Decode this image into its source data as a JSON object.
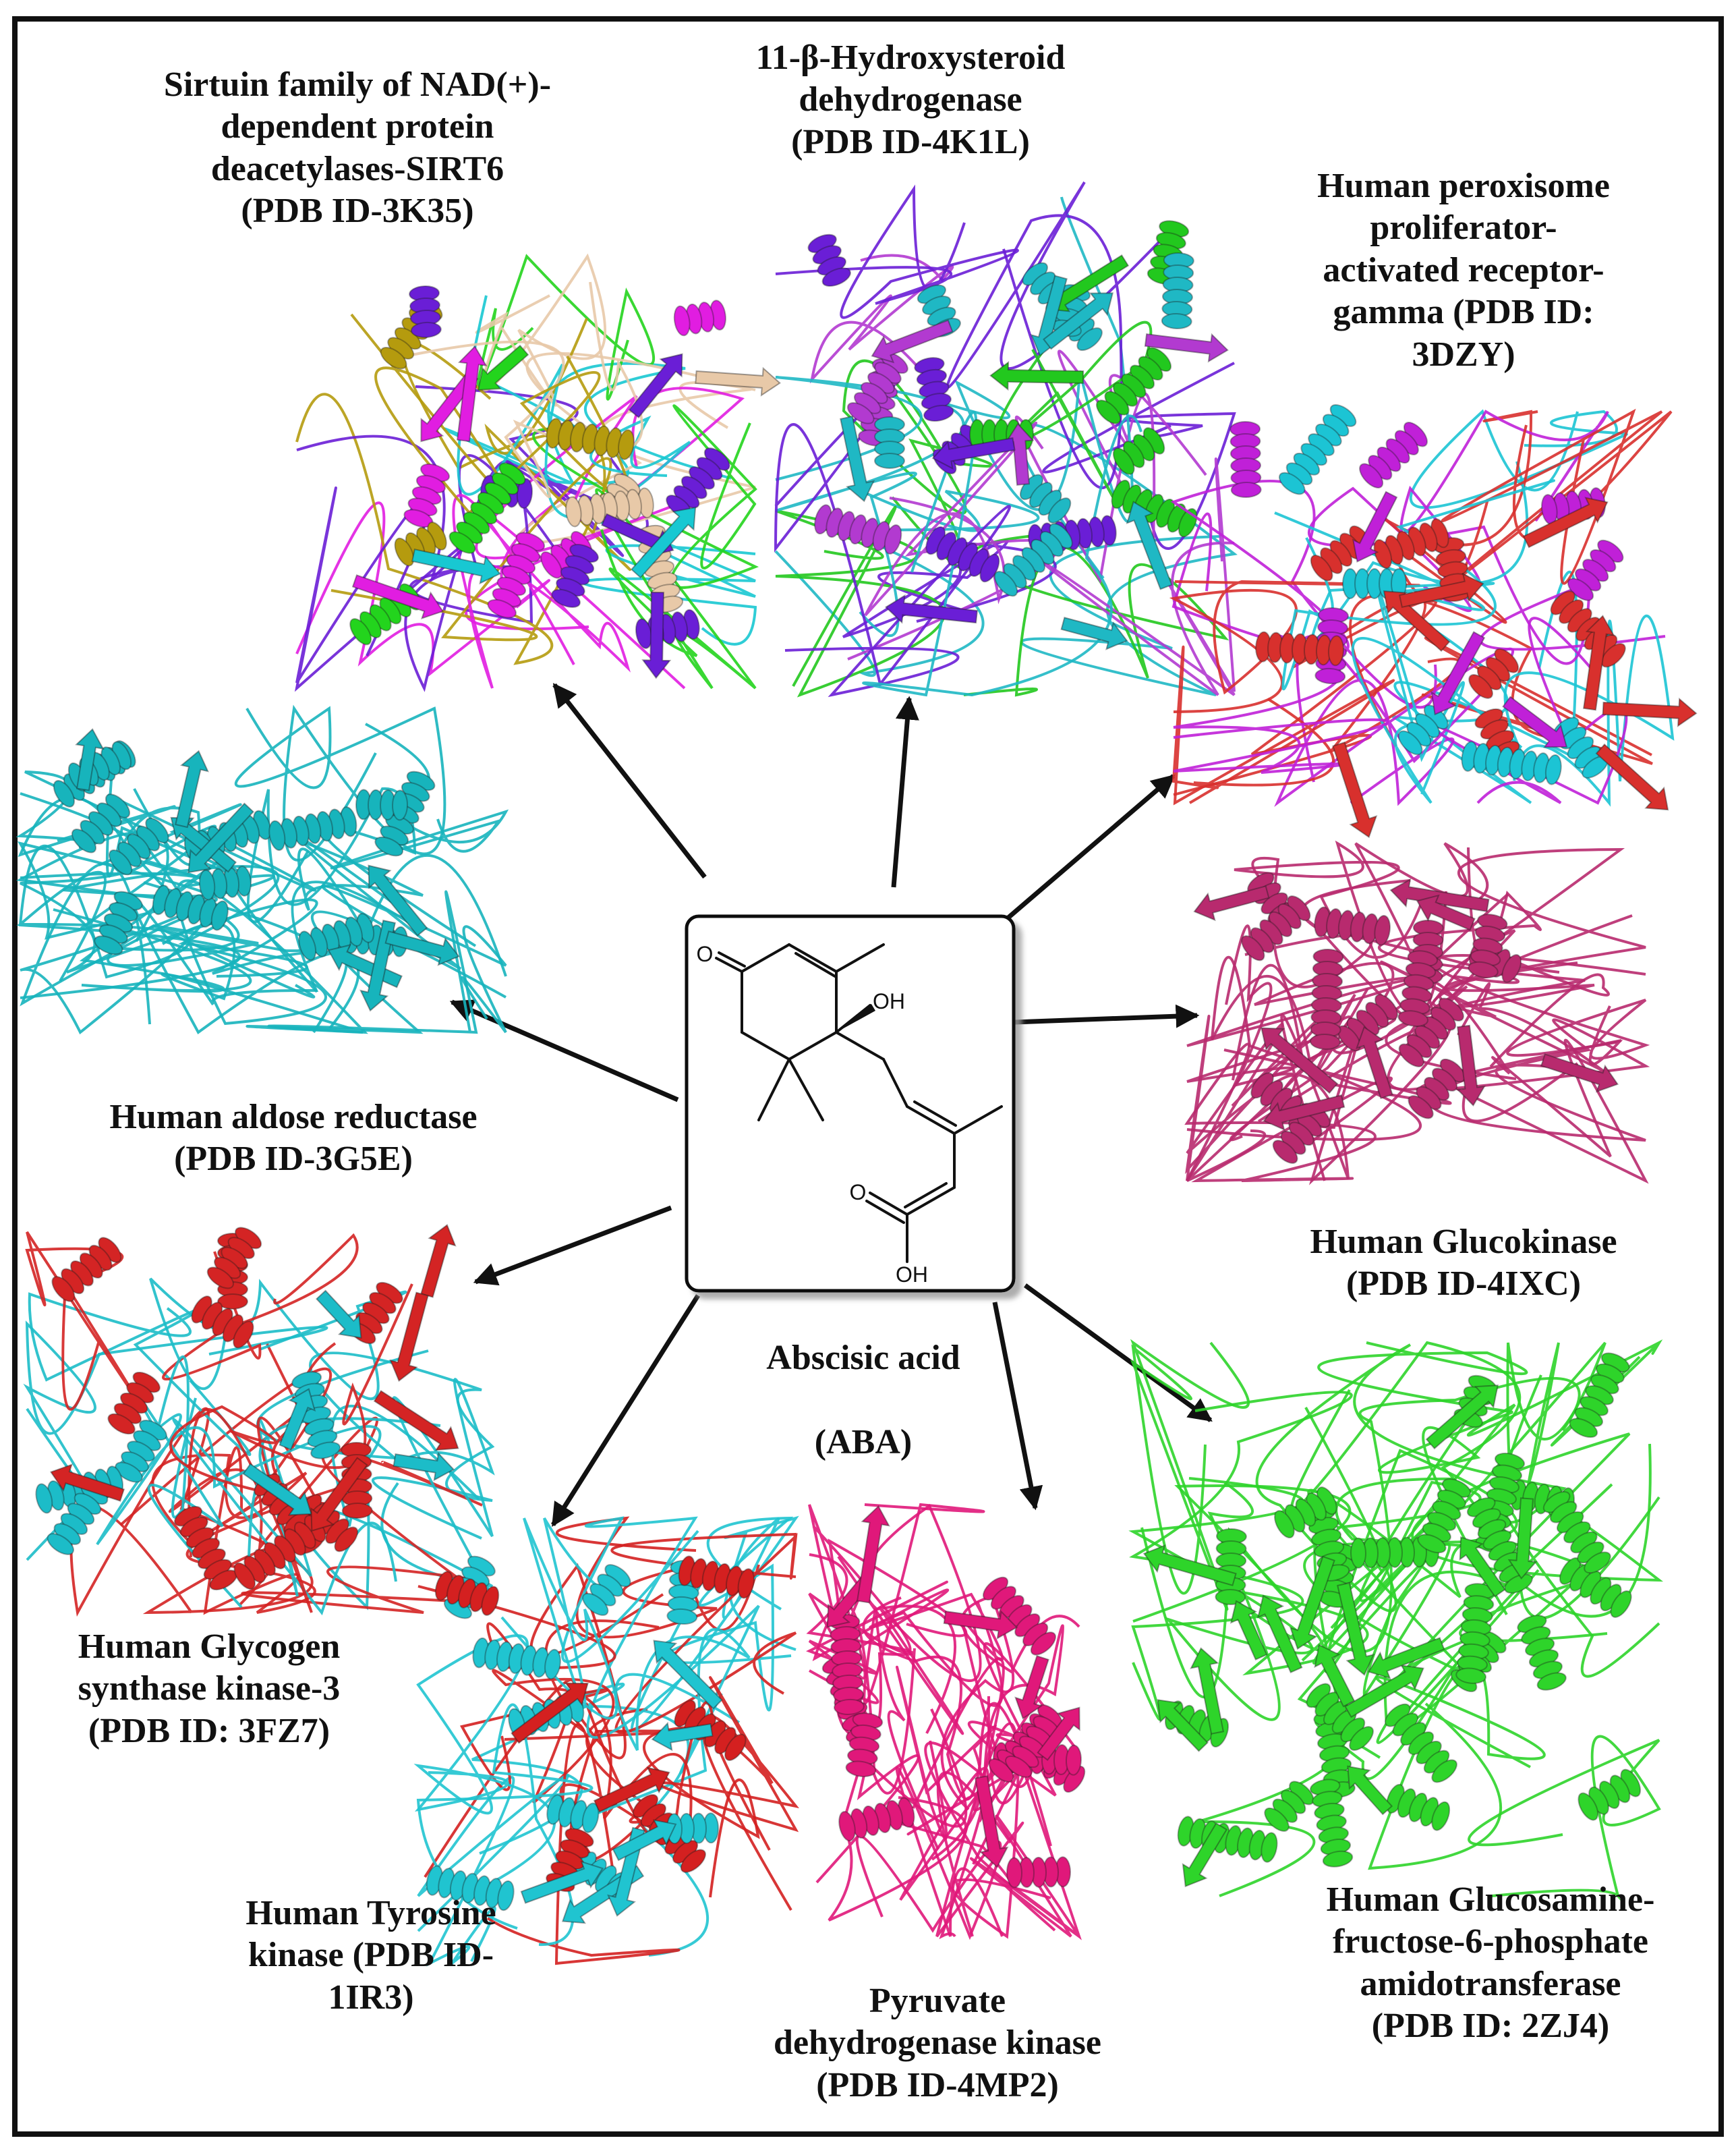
{
  "diagram": {
    "center": {
      "name_line1": "Abscisic acid",
      "name_line2": "(ABA)",
      "structure_labels": {
        "keto_oxygen": "O",
        "hydroxyl": "OH",
        "acid_oxygen": "O",
        "acid_hydroxyl": "OH"
      }
    },
    "targets": [
      {
        "id": "sirt6",
        "label": "Sirtuin family of NAD(+)-\ndependent protein\ndeacetylases-SIRT6\n(PDB ID-3K35)",
        "colors": [
          "#e11de1",
          "#6a1ed6",
          "#18c8d2",
          "#23d41d",
          "#e8c9a8",
          "#b59b0e"
        ]
      },
      {
        "id": "hsd11b1",
        "label": "11-β-Hydroxysteroid\ndehydrogenase\n(PDB ID-4K1L)",
        "colors": [
          "#1fb8c4",
          "#6a1ed6",
          "#22c81e",
          "#b23ad0"
        ]
      },
      {
        "id": "pparg",
        "label": "Human peroxisome\nproliferator-\nactivated receptor-\ngamma (PDB ID:\n3DZY)",
        "colors": [
          "#d8302d",
          "#1cc4d4",
          "#c020d8"
        ]
      },
      {
        "id": "aldose",
        "label": "Human aldose reductase\n(PDB ID-3G5E)",
        "colors": [
          "#17b4bc"
        ]
      },
      {
        "id": "glucokinase",
        "label": "Human Glucokinase\n(PDB ID-4IXC)",
        "colors": [
          "#b82a6e"
        ]
      },
      {
        "id": "gsk3",
        "label": "Human Glycogen\nsynthase kinase-3\n(PDB ID: 3FZ7)",
        "colors": [
          "#1cbcc8",
          "#d42424"
        ]
      },
      {
        "id": "tyrosine",
        "label": "Human Tyrosine\nkinase (PDB ID-\n1IR3)",
        "colors": [
          "#20c4d0",
          "#d42020"
        ]
      },
      {
        "id": "pdk",
        "label": "Pyruvate\ndehydrogenase kinase\n(PDB ID-4MP2)",
        "colors": [
          "#e0187a"
        ]
      },
      {
        "id": "gfat",
        "label": "Human Glucosamine-\nfructose-6-phosphate\namidotransferase\n(PDB ID: 2ZJ4)",
        "colors": [
          "#2ed42a"
        ]
      }
    ]
  }
}
